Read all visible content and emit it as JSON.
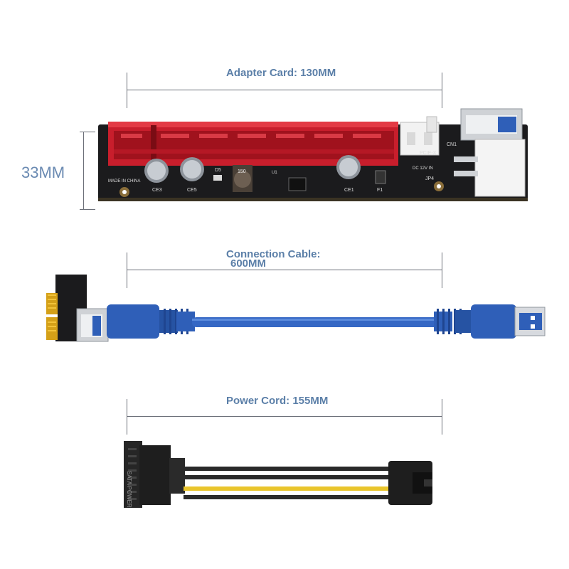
{
  "adapter": {
    "label": "Adapter Card: 130MM",
    "height_label": "33MM"
  },
  "cable": {
    "label_line1": "Connection Cable:",
    "label_line2": "600MM"
  },
  "power": {
    "label": "Power Cord: 155MM",
    "connector_text": "SATA POWER"
  },
  "board_text": {
    "made_in": "MADE IN CHINA",
    "ce3": "CE3",
    "ce5": "CE5",
    "ce1": "CE1",
    "d5": "D5",
    "u1": "U1",
    "f1": "F1",
    "cn1": "CN1",
    "jp4": "JP4",
    "pcie": "PCIE-X",
    "dc": "DC 12V IN",
    "inductor": "150"
  },
  "colors": {
    "slot_red": "#d2202e",
    "pcb": "#1b1b1d",
    "usb_blue": "#2f5fb8",
    "label_blue": "#5b7fa8",
    "wire_yellow": "#e9c52c",
    "wire_black": "#2a2a2a"
  }
}
